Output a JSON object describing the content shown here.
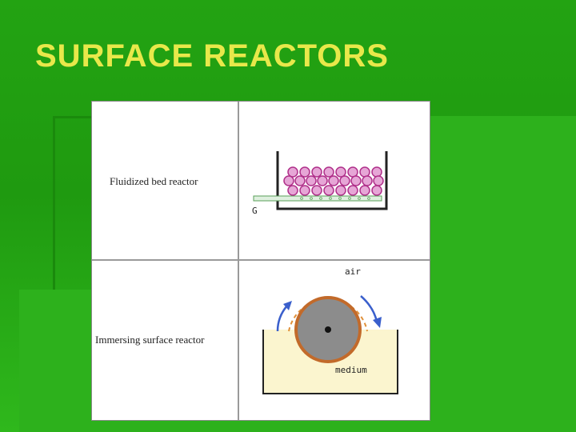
{
  "slide": {
    "title": "SURFACE REACTORS"
  },
  "diagram": {
    "row1": {
      "label": "Fluidized bed reactor",
      "gas_label": "G"
    },
    "row2": {
      "label": "Immersing surface reactor",
      "air_label": "air",
      "medium_label": "medium"
    }
  },
  "colors": {
    "background": "#23a312",
    "title": "#e8e84a",
    "bead_fill": "#e6a6d6",
    "bead_stroke": "#b0308a",
    "disc_fill": "#8c8c8c",
    "disc_ring": "#c26a2a",
    "medium_fill": "#fbf5cf",
    "arrow": "#3a5fcc"
  }
}
